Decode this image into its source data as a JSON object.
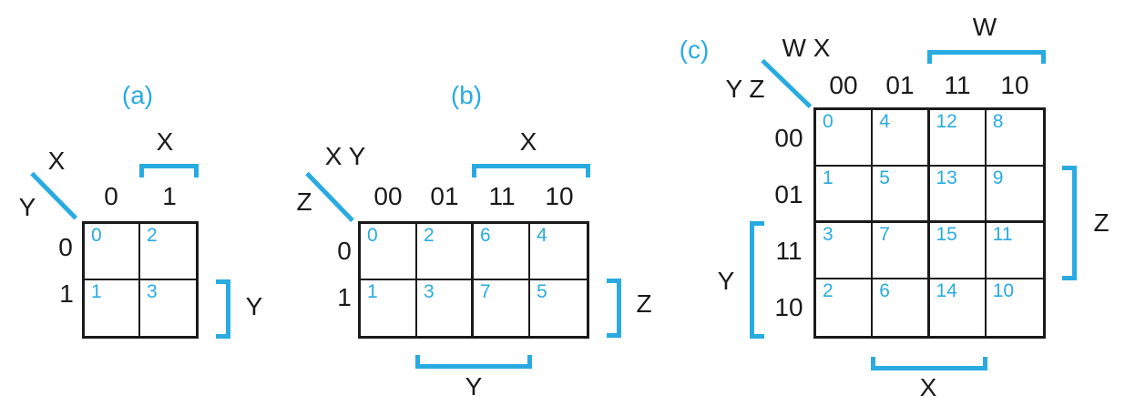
{
  "colors": {
    "accent": "#29abe2",
    "line": "#1a1a1a",
    "background": "#ffffff"
  },
  "maps": {
    "a": {
      "title": "(a)",
      "corner_top_label": "X",
      "corner_side_label": "Y",
      "col_headers": [
        "0",
        "1"
      ],
      "row_headers": [
        "0",
        "1"
      ],
      "cells": [
        [
          "0",
          "2"
        ],
        [
          "1",
          "3"
        ]
      ],
      "brackets": {
        "top": "X",
        "right": "Y"
      }
    },
    "b": {
      "title": "(b)",
      "corner_top_label": "X Y",
      "corner_side_label": "Z",
      "col_headers": [
        "00",
        "01",
        "11",
        "10"
      ],
      "row_headers": [
        "0",
        "1"
      ],
      "cells": [
        [
          "0",
          "2",
          "6",
          "4"
        ],
        [
          "1",
          "3",
          "7",
          "5"
        ]
      ],
      "brackets": {
        "top": "X",
        "right": "Z",
        "bottom": "Y"
      }
    },
    "c": {
      "title": "(c)",
      "corner_top_label": "W X",
      "corner_side_label": "Y Z",
      "col_headers": [
        "00",
        "01",
        "11",
        "10"
      ],
      "row_headers": [
        "00",
        "01",
        "11",
        "10"
      ],
      "cells": [
        [
          "0",
          "4",
          "12",
          "8"
        ],
        [
          "1",
          "5",
          "13",
          "9"
        ],
        [
          "3",
          "7",
          "15",
          "11"
        ],
        [
          "2",
          "6",
          "14",
          "10"
        ]
      ],
      "brackets": {
        "top": "W",
        "right": "Z",
        "bottom": "X",
        "left": "Y"
      }
    }
  }
}
